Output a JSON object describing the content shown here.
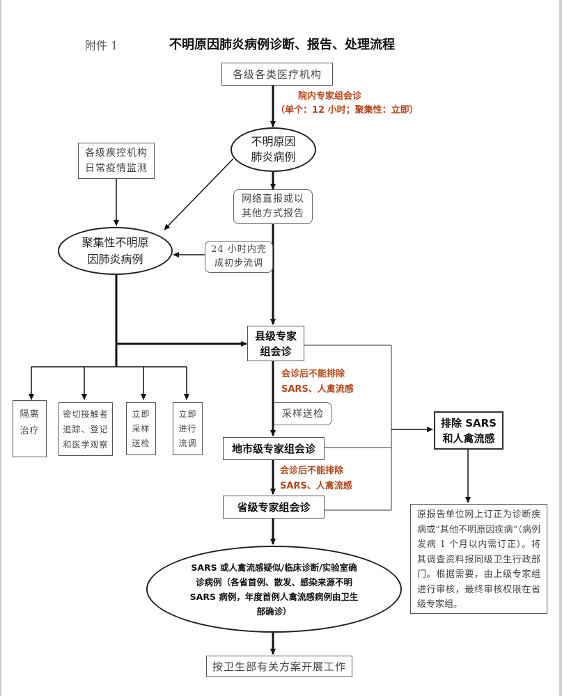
{
  "header": {
    "attachment": "附件 1",
    "title": "不明原因肺炎病例诊断、报告、处理流程"
  },
  "nodes": {
    "medical_institutions": "各级各类医疗机构",
    "unknown_pneumonia": [
      "不明原因",
      "肺炎病例"
    ],
    "cdc_monitoring": [
      "各级疾控机构",
      "日常疫情监测"
    ],
    "network_report": [
      "网络直报或以",
      "其他方式报告"
    ],
    "cluster_case": [
      "聚集性不明原",
      "因肺炎病例"
    ],
    "initial_investigation": [
      "24 小时内完",
      "成初步流调"
    ],
    "county_expert": [
      "县级专家",
      "组会诊"
    ],
    "sampling": "采样送检",
    "city_expert": "地市级专家组会诊",
    "province_expert": "省级专家组会诊",
    "exclude": [
      "排除 SARS",
      "和人禽流感"
    ],
    "exclude_note": "原报告单位网上订正为诊断疾病或“其他不明原因疾病”（病例发病 1 个月以内需订正）。将其调查资料报同级卫生行政部门。根据需要，由上级专家组进行审核，最终审核权限在省级专家组。",
    "confirmed_case": "SARS 或人禽流感疑似/临床诊断/实验室确诊病例（各省首例、散发、感染来源不明 SARS 病例，年度首例人禽流感病例由卫生部确诊）",
    "follow_plan": "按卫生部有关方案开展工作",
    "actions": [
      [
        "隔离",
        "治疗"
      ],
      [
        "密切接触者",
        "追踪、登记",
        "和医学观察"
      ],
      [
        "立即",
        "采样",
        "送检"
      ],
      [
        "立即",
        "进行",
        "流调"
      ]
    ]
  },
  "labels": {
    "hospital_consult": "院内专家组会诊",
    "hospital_consult_time": "（单个：12 小时；聚集性：立即）",
    "cannot_exclude_1": [
      "会诊后不能排除",
      "SARS、人禽流感"
    ],
    "cannot_exclude_2": [
      "会诊后不能排除",
      "SARS、人禽流感"
    ]
  },
  "colors": {
    "accent_label": "#b5471a",
    "line": "#111111"
  }
}
